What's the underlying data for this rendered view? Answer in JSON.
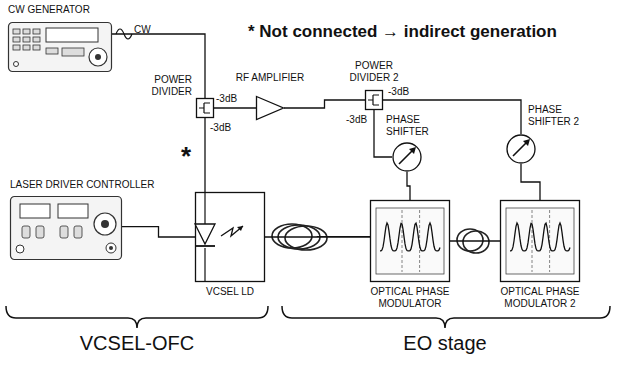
{
  "diagram": {
    "nodes": [
      {
        "text": [
          "CW GENERATOR"
        ]
      },
      {
        "text": [
          "POWER DIVIDER"
        ]
      },
      {
        "text": [
          "RF AMPLIFIER"
        ]
      },
      {
        "text": [
          "POWER DIVIDER 2"
        ]
      },
      {
        "text": [
          "PHASE SHIFTER"
        ]
      },
      {
        "text": [
          "PHASE SHIFTER 2"
        ]
      },
      {
        "text": [
          "LASER DRIVER CONTROLLER"
        ]
      },
      {
        "text": [
          "VCSEL LD"
        ]
      },
      {
        "text": [
          "OPTICAL PHASE MODULATOR"
        ]
      },
      {
        "text": [
          "OPTICAL PHASE MODULATOR 2"
        ]
      }
    ],
    "edges": [
      {
        "from": 0,
        "to": 1,
        "arrow": "none"
      },
      {
        "from": 1,
        "to": 2,
        "arrow": "none"
      },
      {
        "from": 2,
        "to": 3,
        "arrow": "none"
      },
      {
        "from": 3,
        "to": 4,
        "arrow": "none"
      },
      {
        "from": 3,
        "to": 5,
        "arrow": "none"
      },
      {
        "from": 4,
        "to": 8,
        "arrow": "none"
      },
      {
        "from": 5,
        "to": 9,
        "arrow": "none"
      },
      {
        "from": 1,
        "to": 7,
        "arrow": "none"
      },
      {
        "from": 6,
        "to": 7,
        "arrow": "none"
      },
      {
        "from": 7,
        "to": 8,
        "arrow": "none"
      },
      {
        "from": 8,
        "to": 9,
        "arrow": "none"
      }
    ],
    "labels": [
      "* Not connected → indirect generation",
      "CW",
      "-3dB",
      "-3dB",
      "-3dB",
      "-3dB",
      "*",
      "VCSEL-OFC",
      "EO stage"
    ]
  }
}
